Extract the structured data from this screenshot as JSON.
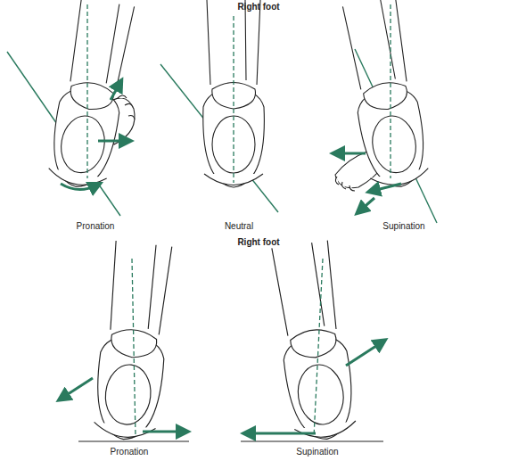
{
  "diagram": {
    "labels": [
      "Right foot",
      "Pronation",
      "Neutral",
      "Supination",
      "Right foot",
      "Pronation",
      "Supination"
    ]
  }
}
